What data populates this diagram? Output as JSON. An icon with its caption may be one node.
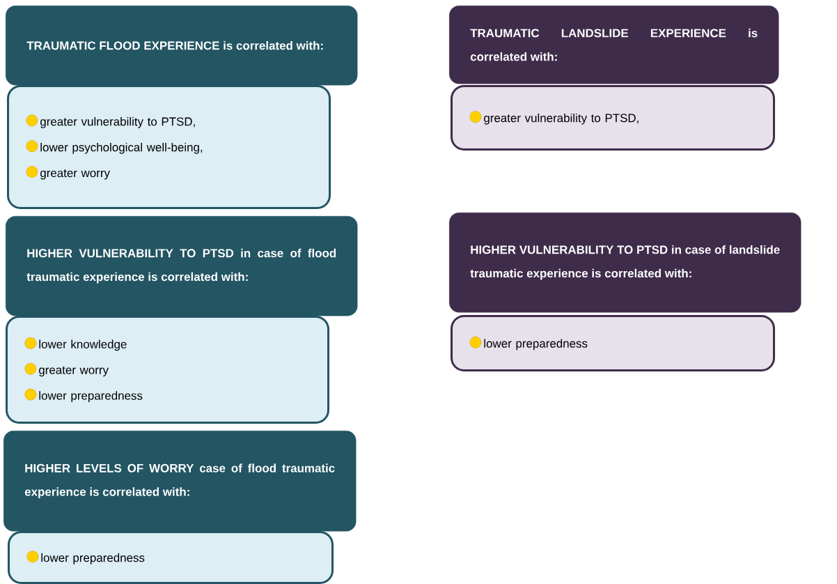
{
  "diagram": {
    "nodes": [
      {
        "text": [
          "TRAUMATIC FLOOD EXPERIENCE is correlated with:"
        ]
      },
      {
        "text": [
          "greater vulnerability to PTSD,",
          "lower psychological well-being,",
          "greater worry"
        ]
      },
      {
        "text": [
          "HIGHER VULNERABILITY TO PTSD in case of flood traumatic experience is correlated with:"
        ]
      },
      {
        "text": [
          "lower knowledge",
          "greater worry",
          "lower preparedness"
        ]
      },
      {
        "text": [
          "HIGHER LEVELS OF WORRY case of flood traumatic experience is correlated with:"
        ]
      },
      {
        "text": [
          "lower preparedness"
        ]
      },
      {
        "text": [
          "TRAUMATIC LANDSLIDE EXPERIENCE is correlated with:"
        ]
      },
      {
        "text": [
          "greater vulnerability to PTSD,"
        ]
      },
      {
        "text": [
          "HIGHER VULNERABILITY TO PTSD in case of landslide traumatic experience is correlated with:"
        ]
      },
      {
        "text": [
          "lower preparedness"
        ]
      }
    ]
  }
}
